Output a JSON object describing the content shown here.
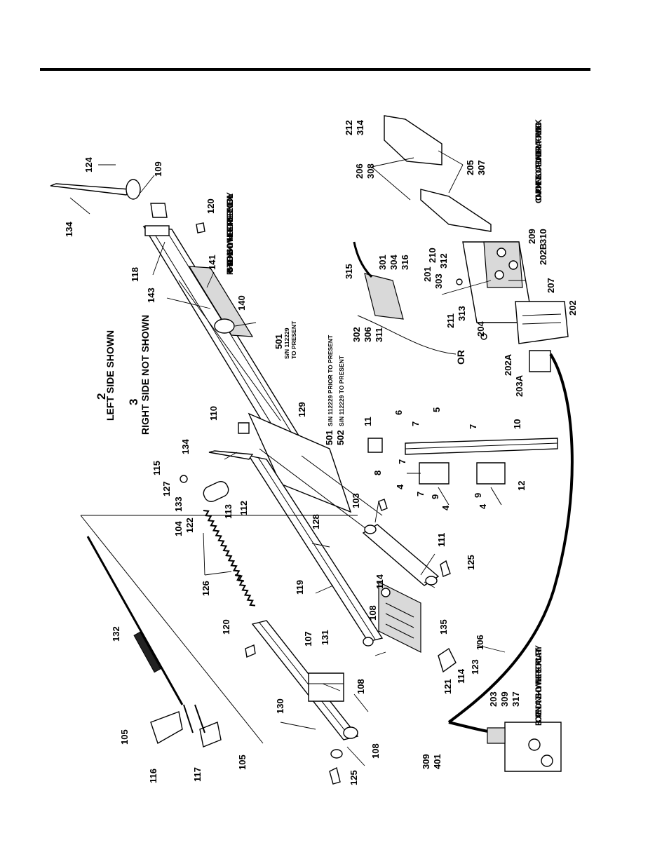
{
  "notes": {
    "assembly_number": "2",
    "left_side_shown": "LEFT SIDE SHOWN",
    "alt_number": "3",
    "right_side_not_shown": "RIGHT SIDE NOT SHOWN",
    "right_side_only": "RIGHT SIDE ONLY SHOWN HERE FOR REFERENCE ONLY",
    "components_under_deck": "COMPONENTS LOCATED UNDER PLATFORM DECK",
    "box_pendant": "BOX PENDANT SHOWN HERE FOR CLARITY",
    "or": "OR"
  },
  "serials": {
    "p501_top": "501",
    "p501_top_note": "S/N 112229",
    "p501_top_note2": "TO PRESENT",
    "p501": "501",
    "p501_note": "S/N 112229 PRIOR TO PRESENT",
    "p502": "502",
    "p502_note": "S/N 112229 TO PRESENT"
  },
  "labels": {
    "l134a": "134",
    "l124": "124",
    "l109": "109",
    "l120a": "120",
    "l118": "118",
    "l141": "141",
    "l143": "143",
    "l140": "140",
    "l110": "110",
    "l134b": "134",
    "l129": "129",
    "l115": "115",
    "l127": "127",
    "l133": "133",
    "l104": "104",
    "l122": "122",
    "l113": "113",
    "l112": "112",
    "l126": "126",
    "l132": "132",
    "l128": "128",
    "l103": "103",
    "l111": "111",
    "l125a": "125",
    "l119": "119",
    "l114a": "114",
    "l108a": "108",
    "l135": "135",
    "l120b": "120",
    "l107": "107",
    "l131": "131",
    "l108b": "108",
    "l130": "130",
    "l105a": "105",
    "l116": "116",
    "l117": "117",
    "l105b": "105",
    "l108c": "108",
    "l125b": "125",
    "l121": "121",
    "l114b": "114",
    "l123": "123",
    "l106": "106",
    "l11": "11",
    "l6": "6",
    "l7a": "7",
    "l5": "5",
    "l8": "8",
    "l7b": "7",
    "l7c": "7",
    "l10": "10",
    "l4a": "4",
    "l7d": "7",
    "l9a": "9",
    "l4b": "4",
    "l9b": "9",
    "l4c": "4",
    "l12": "12",
    "l212": "212",
    "l314": "314",
    "l206": "206",
    "l308": "308",
    "l205": "205",
    "l307": "307",
    "l209": "209",
    "l310": "310",
    "l202B": "202B",
    "l207": "207",
    "l202": "202",
    "l315": "315",
    "l301": "301",
    "l304": "304",
    "l316": "316",
    "l201": "201",
    "l303": "303",
    "l210": "210",
    "l312": "312",
    "l211": "211",
    "l313": "313",
    "l302": "302",
    "l306": "306",
    "l311": "311",
    "l204": "204",
    "l202A": "202A",
    "l203A": "203A",
    "l203": "203",
    "l309a": "309",
    "l317": "317",
    "l309b": "309",
    "l401": "401"
  }
}
